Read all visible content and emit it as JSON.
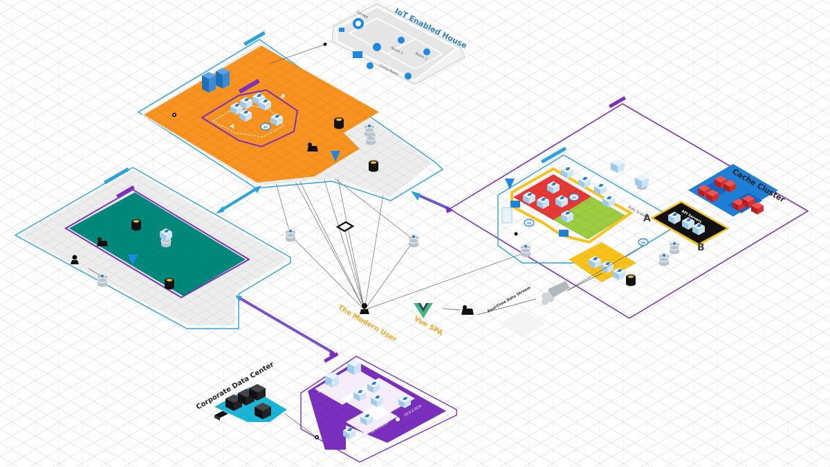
{
  "titles": {
    "iot_house": "IoT Enabled House",
    "cache_cluster": "Cache Cluster",
    "corporate_dc": "Corporate Data Center",
    "modern_user": "The Modern User",
    "vue_spa": "Vue SPA"
  },
  "iot": {
    "garage": "Garage",
    "room1": "Room 1",
    "room2": "Room 2",
    "living_room": "Living Room"
  },
  "cache_zone": {
    "letter_a": "A",
    "letter_b": "B",
    "api_servers": "API Servers",
    "auto_scaling": "Auto Scaling"
  },
  "stream": {
    "label": "Real-Time Data Stream"
  },
  "dc_subnets": {
    "subnet_top": "10.0.1.0/24",
    "subnet_right": "10.0.2.0/24",
    "subnet_bottom": "10.0.3.0/24"
  },
  "colors": {
    "orange_zone": "#f7931e",
    "teal_zone": "#00897b",
    "purple_border": "#7b2fbe",
    "blue_border": "#29a3e0",
    "gold_label": "#f5a623",
    "vue_green": "#41b883",
    "vue_dark": "#35495e",
    "red_zone": "#e53935",
    "lime_zone": "#9ccc3f",
    "yellow_zone": "#f9c21b",
    "grid_line": "#dcdcdc",
    "gray_zone": "#ededed",
    "cache_blue": "#1e7fd6",
    "server_red": "#d32f2f"
  }
}
